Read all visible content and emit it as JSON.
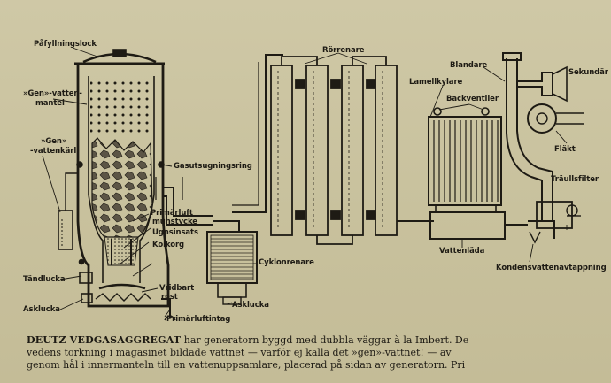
{
  "labels": {
    "pafyllningslock": "Påfyllningslock",
    "gens_vattenmantel_1": "»Gen»-vatten-",
    "gens_vattenmantel_2": "mantel",
    "gens_vattenkarl_1": "»Gen»",
    "gens_vattenkarl_2": "-vattenkärl",
    "gasutsugningsring": "Gasutsugningsring",
    "primarluft_1": "Primärluft",
    "primarluft_2": "munstycke",
    "ugnsinsats": "Ugnsinsats",
    "kolkorg": "Kolkorg",
    "tandlucka": "Tändlucka",
    "vridbart_1": "Vridbart",
    "vridbart_2": "rost",
    "asklucka_left": "Asklucka",
    "primarluftintag": "Primärluftintag",
    "cyklonrenare": "Cyklonrenare",
    "asklucka_cyclone": "Asklucka",
    "rorrenare": "Rörrenare",
    "lamellkylare": "Lamellkylare",
    "backventiler": "Backventiler",
    "blandare": "Blandare",
    "sekundarluft": "Sekundär",
    "flakt": "Fläkt",
    "traullsfilter": "Träullsfilter",
    "vattenlada": "Vattenläda",
    "kondensvattenavtappning": "Kondensvattenavtappning"
  },
  "caption": {
    "lead": "DEUTZ VEDGASAGGREGAT",
    "line1_rest": " har generatorn byggd med dubbla väggar à la Imbert. De",
    "line2": "vedens torkning i magasinet bildade vattnet — varför ej kalla det »gen»-vattnet! — av",
    "line3": "genom hål i innermanteln till en vattenuppsamlare, placerad på sidan av generatorn. Pri"
  }
}
